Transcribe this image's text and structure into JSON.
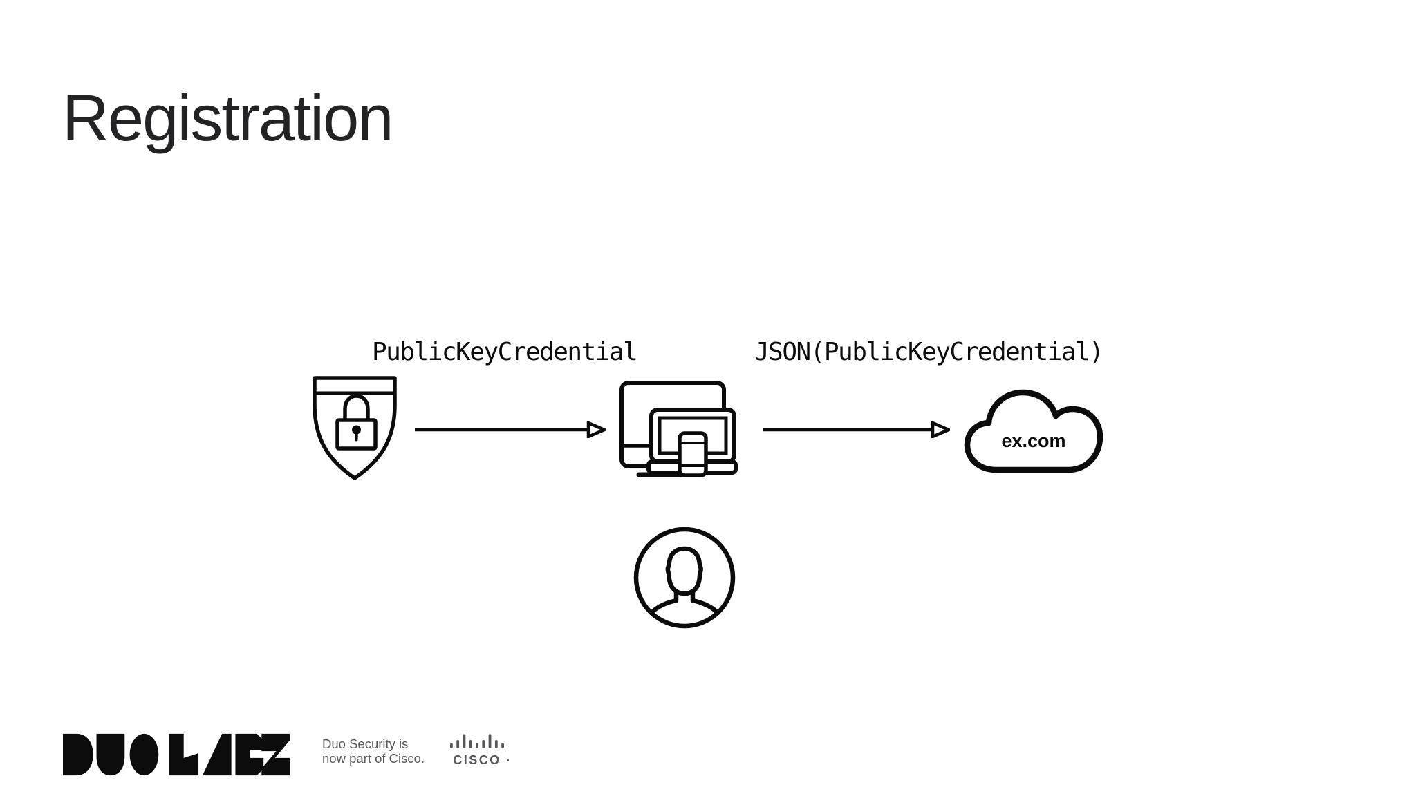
{
  "slide": {
    "title": "Registration",
    "background": "#ffffff",
    "ink": "#000000"
  },
  "diagram": {
    "labels": {
      "credential": "PublicKeyCredential",
      "json_credential": "JSON(PublicKeyCredential)"
    },
    "nodes": {
      "authenticator": {
        "icon": "shield-lock-icon"
      },
      "client": {
        "icon": "devices-icon"
      },
      "relying_party": {
        "icon": "cloud-icon",
        "label": "ex.com"
      },
      "user": {
        "icon": "person-icon"
      }
    },
    "flow": [
      {
        "from": "authenticator",
        "to": "client",
        "label": "PublicKeyCredential"
      },
      {
        "from": "client",
        "to": "relying_party",
        "label": "JSON(PublicKeyCredential)"
      }
    ]
  },
  "footer": {
    "duo_labs_wordmark": "DUO LABS",
    "attribution_line1": "Duo Security is",
    "attribution_line2": "now part of Cisco.",
    "cisco_wordmark": "CISCO",
    "gray_text_color": "#55575a"
  }
}
